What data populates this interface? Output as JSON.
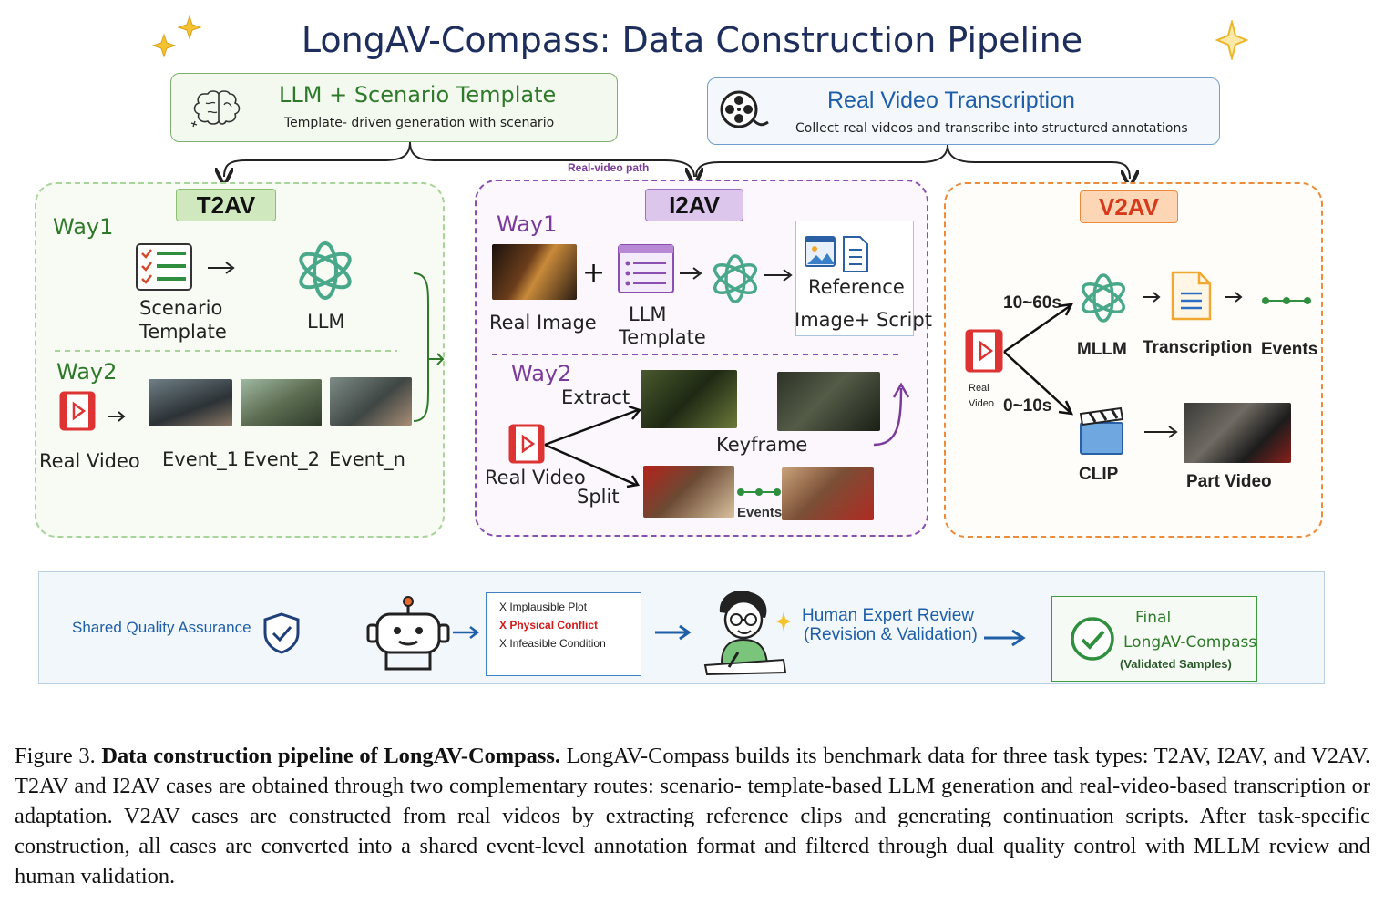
{
  "title": "LongAV-Compass: Data Construction Pipeline",
  "llm_box": {
    "title": "LLM + Scenario Template",
    "subtitle": "Template- driven generation with scenario"
  },
  "rv_box": {
    "title": "Real Video Transcription",
    "subtitle": "Collect real videos and transcribe into structured annotations"
  },
  "real_video_path": "Real-video path",
  "t2av": {
    "tag": "T2AV",
    "way1": "Way1",
    "scenario_template_1": "Scenario",
    "scenario_template_2": "Template",
    "llm": "LLM",
    "way2": "Way2",
    "real_video": "Real Video",
    "event_1": "Event_1",
    "event_2": "Event_2",
    "event_n": "Event_n"
  },
  "i2av": {
    "tag": "I2AV",
    "way1": "Way1",
    "plus": "+",
    "real_image": "Real Image",
    "llm_template_1": "LLM",
    "llm_template_2": "Template",
    "reference_1": "Reference",
    "reference_2": "Image+ Script",
    "way2": "Way2",
    "extract": "Extract",
    "keyframe": "Keyframe",
    "real_video": "Real Video",
    "split": "Split",
    "events": "Events"
  },
  "v2av": {
    "tag": "V2AV",
    "range_long": "10~60s",
    "range_short": "0~10s",
    "real_video_1": "Real",
    "real_video_2": "Video",
    "mllm": "MLLM",
    "transcription": "Transcription",
    "events": "Events",
    "clip": "CLIP",
    "part_video": "Part Video"
  },
  "qa": {
    "label": "Shared Quality Assurance",
    "checks": [
      "X Implausible Plot",
      "X Physical Conflict",
      "X Infeasible Condition"
    ],
    "human_review_1": "Human Expert Review",
    "human_review_2": "(Revision & Validation)",
    "final_1": "Final",
    "final_2": "LongAV-Compass",
    "final_3": "(Validated Samples)"
  },
  "caption": {
    "prefix": "Figure 3.",
    "bold": "Data construction pipeline of LongAV-Compass.",
    "body": "LongAV-Compass builds its benchmark data for three task types: T2AV, I2AV, and V2AV. T2AV and I2AV cases are obtained through two complementary routes: scenario- template-based LLM generation and real-video-based transcription or adaptation. V2AV cases are constructed from real videos by extracting reference clips and generating continuation scripts. After task-specific construction, all cases are converted into a shared event-level annotation format and filtered through dual quality control with MLLM review and human validation."
  },
  "colors": {
    "title": "#1e2e5c",
    "t2av_green": "#2f7a2a",
    "i2av_purple": "#7a3b9a",
    "v2av_orange": "#ec8b3a",
    "qa_blue": "#1f5fa8",
    "physical_conflict_red": "#d11a1a"
  }
}
